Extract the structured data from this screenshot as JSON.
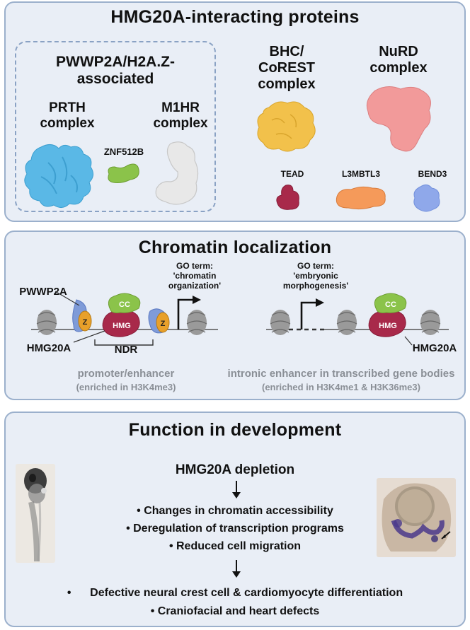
{
  "panel1": {
    "title": "HMG20A-interacting proteins",
    "subgroup_title_line1": "PWWP2A/H2A.Z-",
    "subgroup_title_line2": "associated",
    "prth_line1": "PRTH",
    "prth_line2": "complex",
    "m1hr_line1": "M1HR",
    "m1hr_line2": "complex",
    "znf512b": "ZNF512B",
    "bhc_line1": "BHC/",
    "bhc_line2": "CoREST",
    "bhc_line3": "complex",
    "nurd_line1": "NuRD",
    "nurd_line2": "complex",
    "tead": "TEAD",
    "l3mbtl3": "L3MBTL3",
    "bend3": "BEND3"
  },
  "panel2": {
    "title": "Chromatin localization",
    "go_left_line1": "GO term:",
    "go_left_line2": "'chromatin",
    "go_left_line3": "organization'",
    "go_right_line1": "GO term:",
    "go_right_line2": "'embryonic",
    "go_right_line3": "morphogenesis'",
    "pwwp2a": "PWWP2A",
    "hmg20a_left": "HMG20A",
    "hmg20a_right": "HMG20A",
    "ndr": "NDR",
    "cc": "CC",
    "hmg": "HMG",
    "z": "Z",
    "left_caption": "promoter/enhancer",
    "left_sub": "(enriched in H3K4me3)",
    "right_caption": "intronic enhancer in transcribed gene bodies",
    "right_sub": "(enriched in H3K4me1 & H3K36me3)"
  },
  "panel3": {
    "title": "Function in development",
    "depletion": "HMG20A depletion",
    "bullets1": [
      "Changes in chromatin accessibility",
      "Deregulation of transcription programs",
      "Reduced cell migration"
    ],
    "bullets2": [
      "Defective neural crest cell & cardiomyocyte differentiation",
      "Craniofacial and heart defects"
    ]
  },
  "colors": {
    "panel_bg": "#e9eef6",
    "panel_border": "#9bb0cc",
    "prth": "#5ab8e6",
    "znf512b": "#8bc34a",
    "m1hr": "#e6e6e6",
    "bhc": "#f2c14b",
    "nurd": "#f29a9a",
    "tead": "#a8294a",
    "l3mbtl3": "#f59a5a",
    "bend3": "#8fa8ea",
    "cc": "#8bc34a",
    "hmg": "#a8294a",
    "nucleosome": "#9a9a9a",
    "h2az": "#e8a02a"
  }
}
